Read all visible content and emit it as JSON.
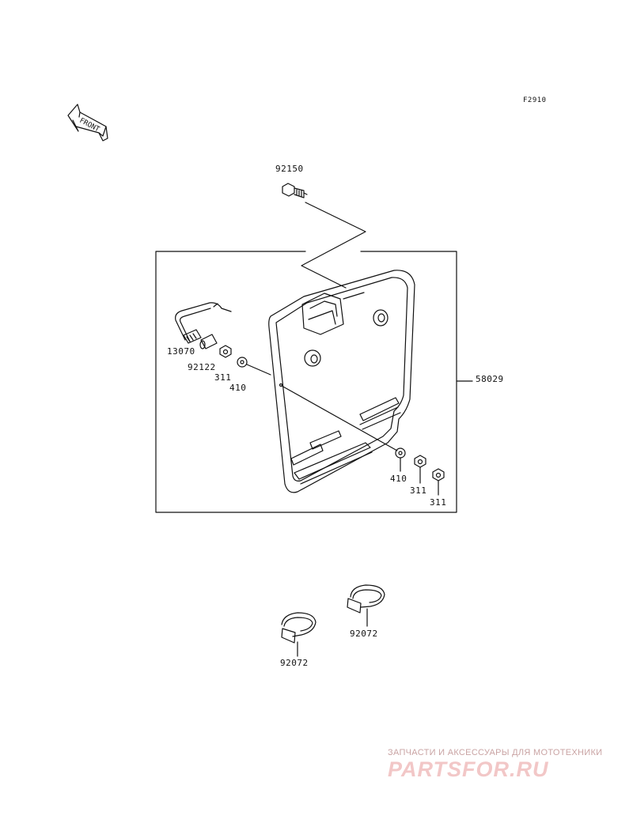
{
  "diagram": {
    "code": "F2910",
    "front_arrow_text": "FRONT",
    "labels": {
      "p92150": "92150",
      "p58029": "58029",
      "p13070": "13070",
      "p92122": "92122",
      "p311_left": "311",
      "p410_left": "410",
      "p410_right": "410",
      "p311_right_a": "311",
      "p311_right_b": "311",
      "p92072_right": "92072",
      "p92072_left": "92072"
    }
  },
  "watermark": {
    "tagline": "ЗАПЧАСТИ И АКСЕССУАРЫ ДЛЯ МОТОТЕХНИКИ",
    "logo": "PARTSFOR.RU"
  }
}
